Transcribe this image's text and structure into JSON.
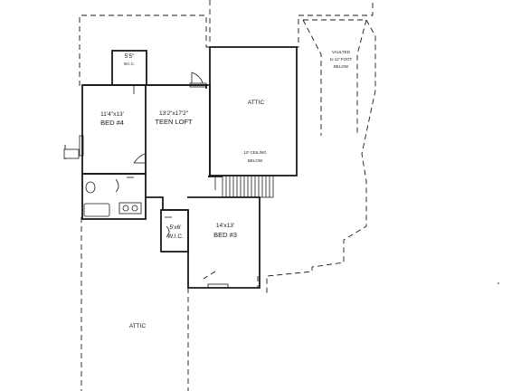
{
  "rooms": {
    "wic_top": {
      "size": "5'5\"",
      "name": "W.I.C."
    },
    "bed4": {
      "size": "11'4\"x13'",
      "name": "BED #4"
    },
    "loft": {
      "size": "13'2\"x17'2\"",
      "name": "TEEN LOFT"
    },
    "attic_top": {
      "name": "ATTIC"
    },
    "ceiling_note": {
      "line1": "10' CEILING",
      "line2": "BELOW"
    },
    "vaulted_note": {
      "line1": "VAULTED",
      "line2": "to 12' FOOT",
      "line3": "BELOW"
    },
    "wic_mid": {
      "size": "5'x6'",
      "name": "W.I.C."
    },
    "bed3": {
      "size": "14'x13'",
      "name": "BED #3"
    },
    "attic_bottom": {
      "name": "ATTIC"
    }
  }
}
